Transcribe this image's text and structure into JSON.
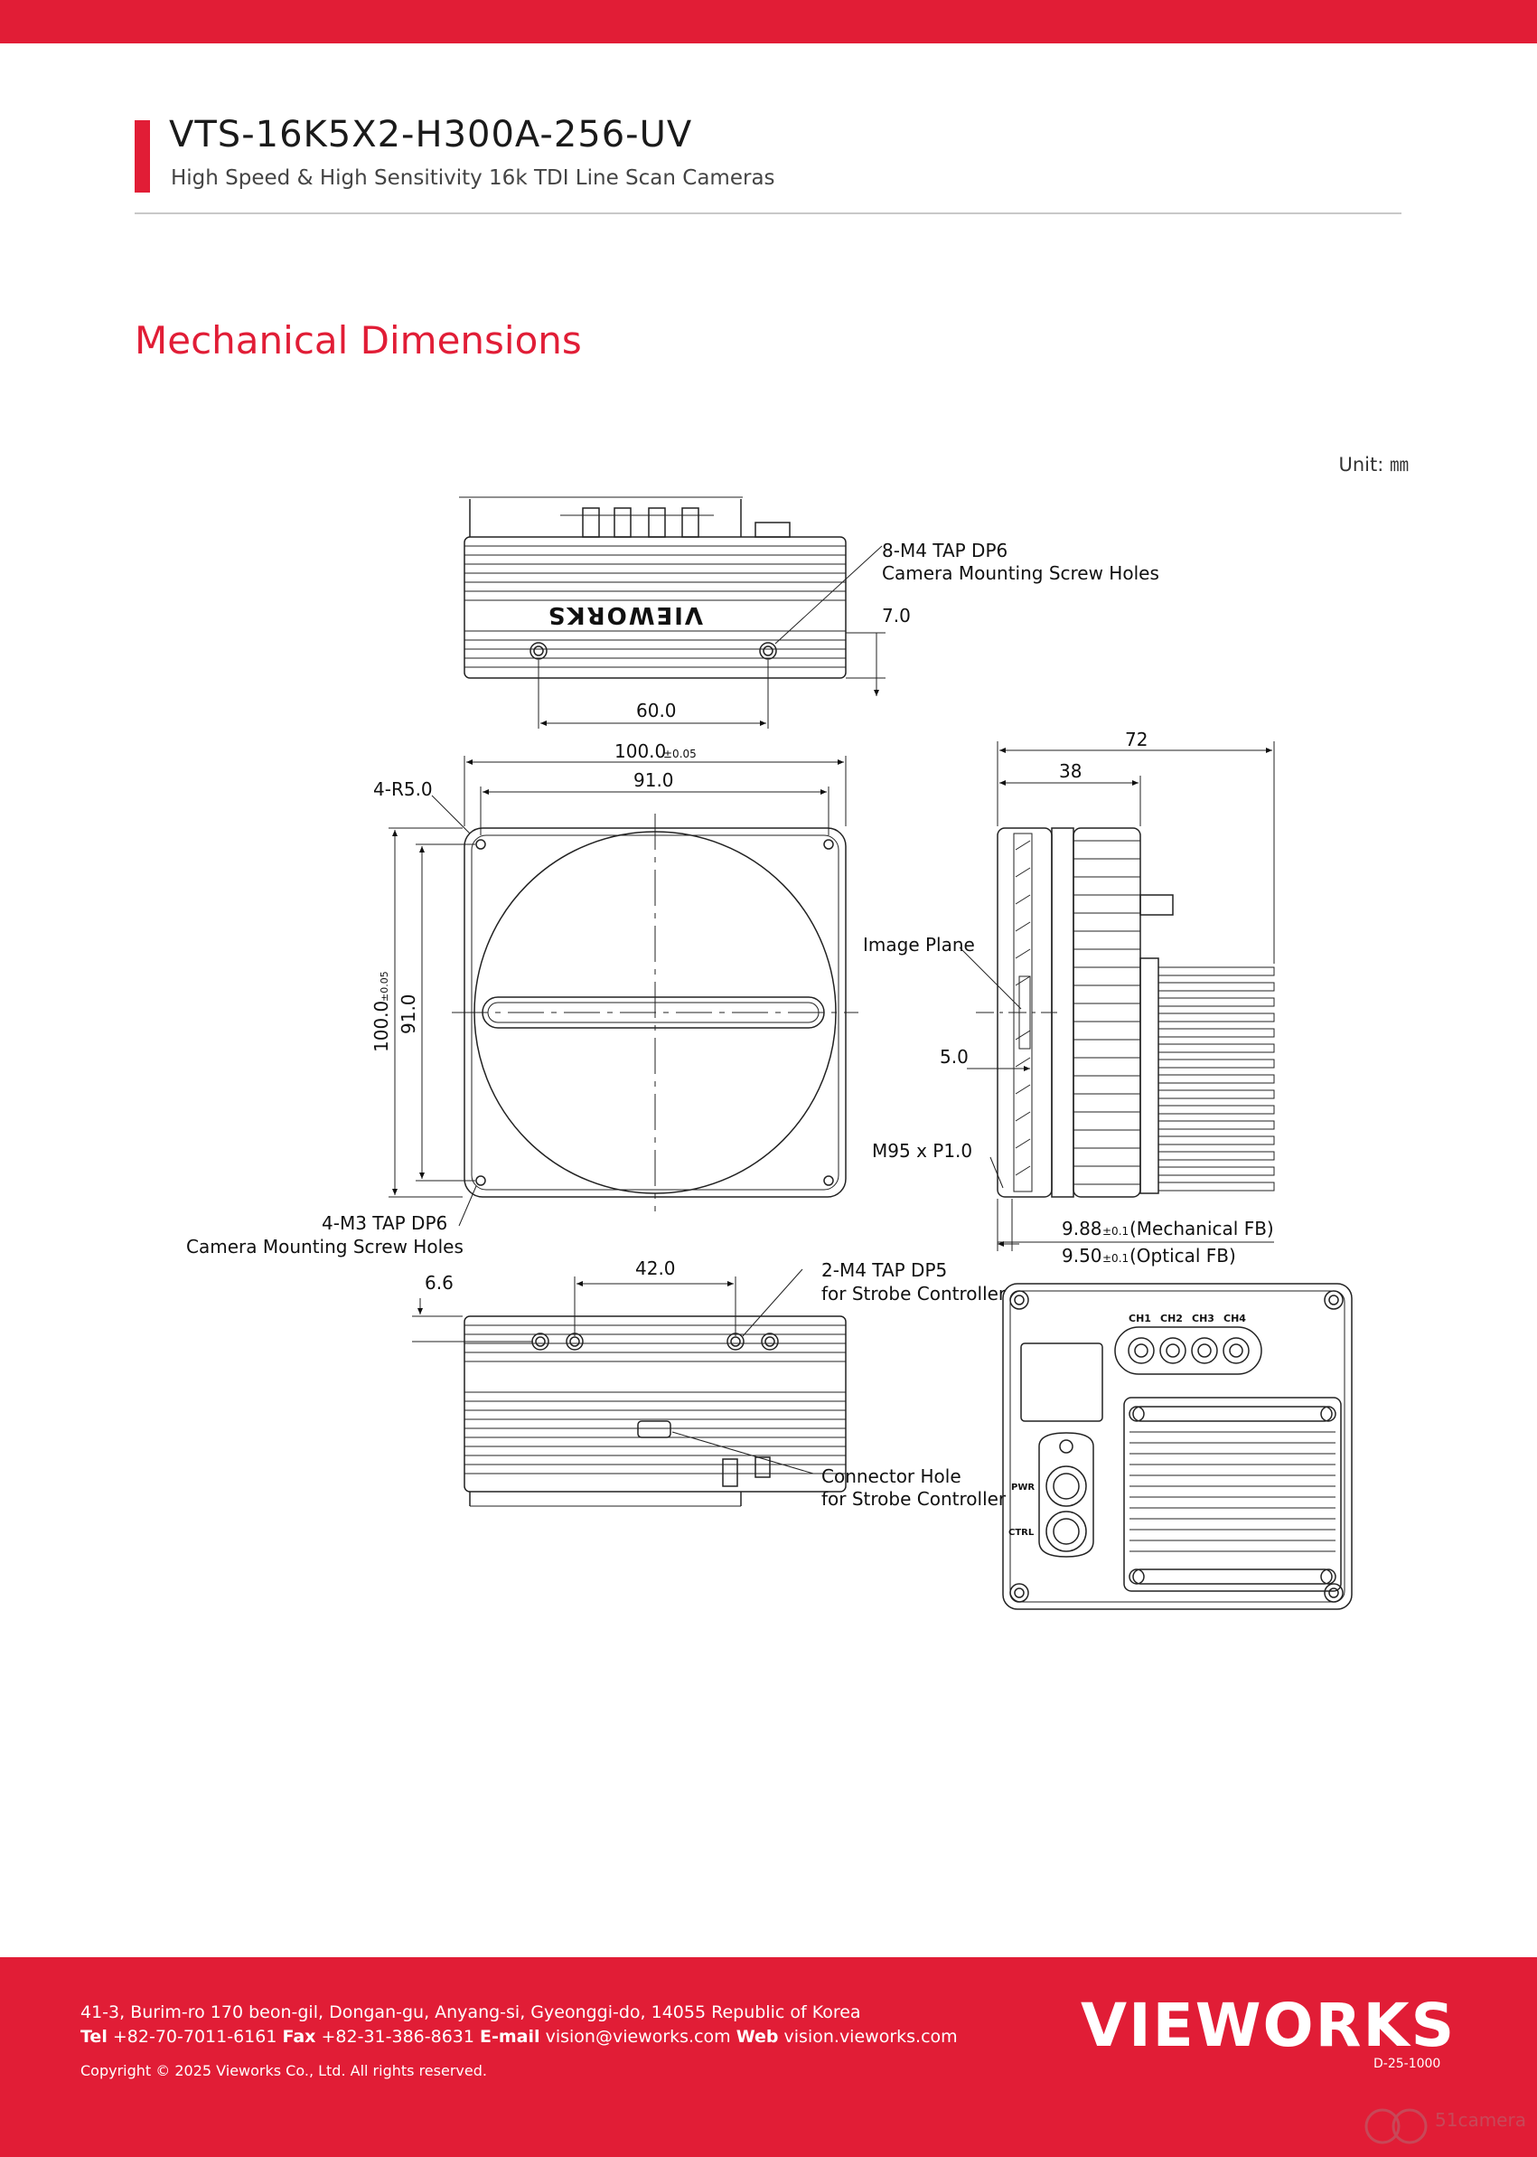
{
  "header": {
    "model": "VTS-16K5X2-H300A-256-UV",
    "subtitle": "High Speed & High Sensitivity 16k TDI Line Scan Cameras",
    "accent_color": "#e11d36"
  },
  "section": {
    "title": "Mechanical Dimensions",
    "unit": "Unit: ㎜"
  },
  "drawing": {
    "top_view": {
      "logo_text": "VIEWORKS",
      "callout_line1": "8-M4 TAP DP6",
      "callout_line2": "Camera Mounting Screw Holes",
      "dim_height": "7.0",
      "dim_holes": "60.0"
    },
    "front_view": {
      "dim_width": "100.0",
      "dim_width_tol": "±0.05",
      "dim_inner": "91.0",
      "radius": "4-R5.0",
      "dim_height": "100.0",
      "dim_height_tol": "±0.05",
      "dim_inner_v": "91.0",
      "callout_line1": "4-M3 TAP DP6",
      "callout_line2": "Camera Mounting Screw Holes"
    },
    "side_view": {
      "dim_total": "72",
      "dim_partial": "38",
      "image_plane": "Image Plane",
      "dim_5": "5.0",
      "thread": "M95 x P1.0",
      "mech_fb_value": "9.88",
      "mech_fb_tol": "±0.1",
      "mech_fb_label": "(Mechanical FB)",
      "opt_fb_value": "9.50",
      "opt_fb_tol": "±0.1",
      "opt_fb_label": "(Optical FB)"
    },
    "bottom_view": {
      "dim_holes": "42.0",
      "dim_height": "6.6",
      "callout_line1": "2-M4 TAP DP5",
      "callout_line2": "for Strobe Controller",
      "connector_line1": "Connector Hole",
      "connector_line2": "for Strobe Controller"
    },
    "rear_view": {
      "ch1": "CH1",
      "ch2": "CH2",
      "ch3": "CH3",
      "ch4": "CH4",
      "pwr": "PWR",
      "ctrl": "CTRL"
    }
  },
  "footer": {
    "address": "41-3, Burim-ro 170 beon-gil, Dongan-gu, Anyang-si, Gyeonggi-do, 14055 Republic of Korea",
    "tel_label": "Tel",
    "tel": "+82-70-7011-6161",
    "fax_label": "Fax",
    "fax": "+82-31-386-8631",
    "email_label": "E-mail",
    "email": "vision@vieworks.com",
    "web_label": "Web",
    "web": "vision.vieworks.com",
    "copyright": "Copyright © 2025 Vieworks Co., Ltd. All rights reserved.",
    "logo_text": "VIEWORKS",
    "doc_code": "D-25-1000"
  },
  "watermark": {
    "text": "51camera"
  }
}
